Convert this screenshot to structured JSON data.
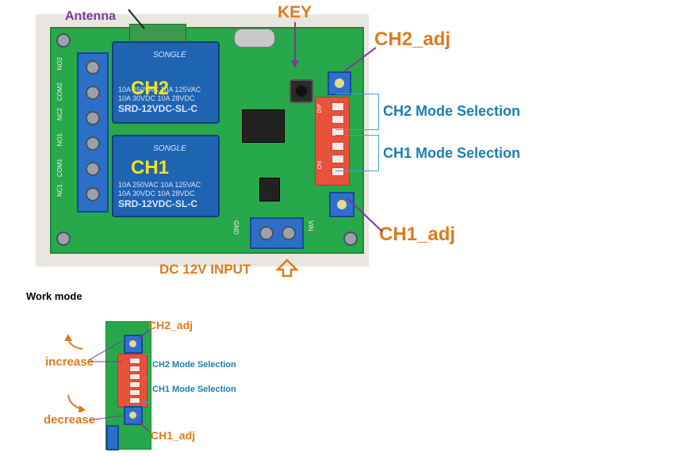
{
  "labels": {
    "antenna": "Antenna",
    "key": "KEY",
    "ch2_adj": "CH2_adj",
    "ch1_adj": "CH1_adj",
    "ch2": "CH2",
    "ch1": "CH1",
    "ch2_mode": "CH2 Mode Selection",
    "ch1_mode": "CH1 Mode Selection",
    "dc_input": "DC 12V INPUT",
    "work_mode": "Work mode",
    "increase": "increase",
    "decrease": "decrease"
  },
  "relay": {
    "brand": "SONGLE",
    "rating_line1": "10A 250VAC  10A 125VAC",
    "rating_line2": "10A  30VDC  10A  28VDC",
    "model": "SRD-12VDC-SL-C"
  },
  "terminal_pins": [
    "NO2",
    "COM2",
    "NC2",
    "NO1",
    "COM1",
    "NC1"
  ],
  "power_pins": [
    "GND",
    "VIN"
  ],
  "dip_label": "DIP",
  "dip_on_label": "ON",
  "colors": {
    "pcb": "#27a84a",
    "relay_blue": "#1f63b3",
    "dip_red": "#e8523d",
    "label_orange": "#e07a1c",
    "label_blue": "#1a7fb0"
  }
}
